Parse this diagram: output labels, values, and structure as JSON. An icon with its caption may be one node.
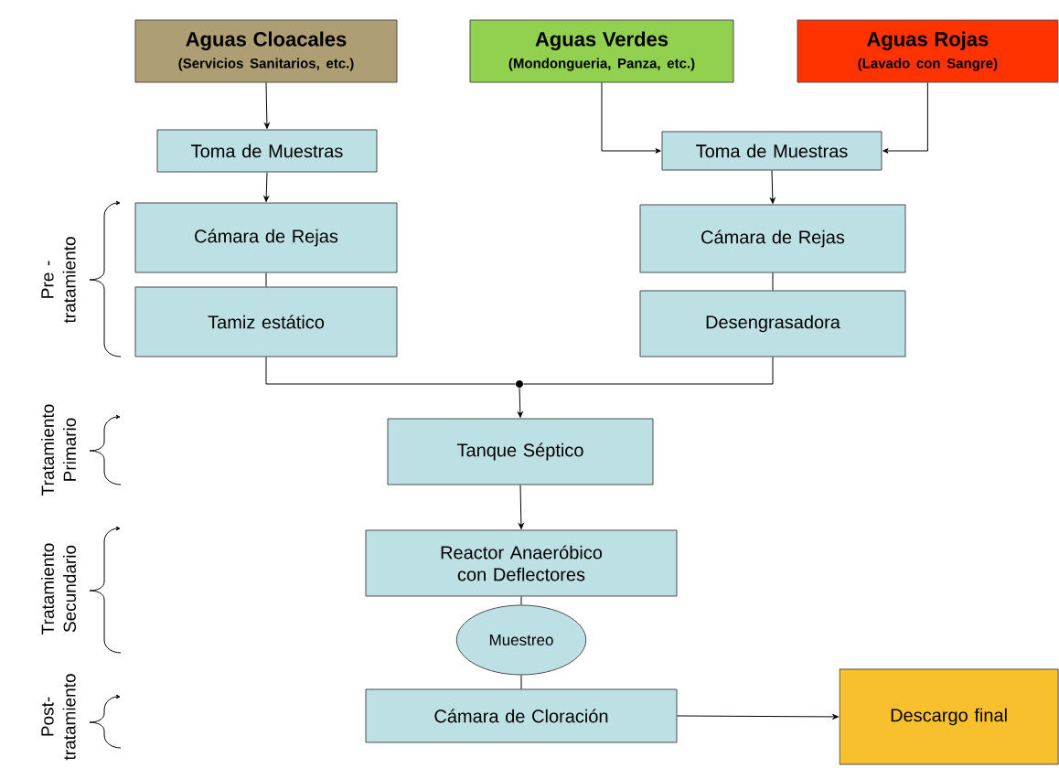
{
  "diagram": {
    "nodes": [
      {
        "text": [
          "Aguas Cloacales",
          "(Servicios Sanitarios, etc.)"
        ]
      },
      {
        "text": [
          "Aguas Verdes",
          "(Mondongueria, Panza, etc.)"
        ]
      },
      {
        "text": [
          "Aguas Rojas",
          "(Lavado con Sangre)"
        ]
      },
      {
        "text": [
          "Toma de Muestras"
        ]
      },
      {
        "text": [
          "Toma de Muestras"
        ]
      },
      {
        "text": [
          "Cámara de Rejas"
        ]
      },
      {
        "text": [
          "Tamiz estático"
        ]
      },
      {
        "text": [
          "Cámara de Rejas"
        ]
      },
      {
        "text": [
          "Desengrasadora"
        ]
      },
      {
        "text": [],
        "shape": "circle"
      },
      {
        "text": [
          "Tanque Séptico"
        ]
      },
      {
        "text": [
          "Reactor Anaeróbico con Deflectores"
        ]
      },
      {
        "text": [
          "Muestreo"
        ]
      },
      {
        "text": [
          "Cámara de Cloración"
        ]
      },
      {
        "text": [
          "Descargo final"
        ]
      }
    ],
    "edges": [
      {
        "from": 0,
        "to": 3,
        "arrow": "to"
      },
      {
        "from": 1,
        "to": 4,
        "arrow": "to"
      },
      {
        "from": 2,
        "to": 4,
        "arrow": "to"
      },
      {
        "from": 3,
        "to": 5,
        "arrow": "to"
      },
      {
        "from": 4,
        "to": 7,
        "arrow": "to"
      },
      {
        "from": 5,
        "to": 6,
        "arrow": "none"
      },
      {
        "from": 7,
        "to": 8,
        "arrow": "none"
      },
      {
        "from": 6,
        "to": 9,
        "arrow": "none"
      },
      {
        "from": 8,
        "to": 9,
        "arrow": "none"
      },
      {
        "from": 9,
        "to": 10,
        "arrow": "to"
      },
      {
        "from": 10,
        "to": 11,
        "arrow": "to"
      },
      {
        "from": 11,
        "to": 12,
        "arrow": "none"
      },
      {
        "from": 12,
        "to": 13,
        "arrow": "none"
      },
      {
        "from": 13,
        "to": 14,
        "arrow": "to"
      }
    ],
    "labels": [
      "Pre - tratamiento",
      "Tratamiento Primario",
      "Tratamiento Secundario",
      "Post- tratamiento"
    ]
  }
}
